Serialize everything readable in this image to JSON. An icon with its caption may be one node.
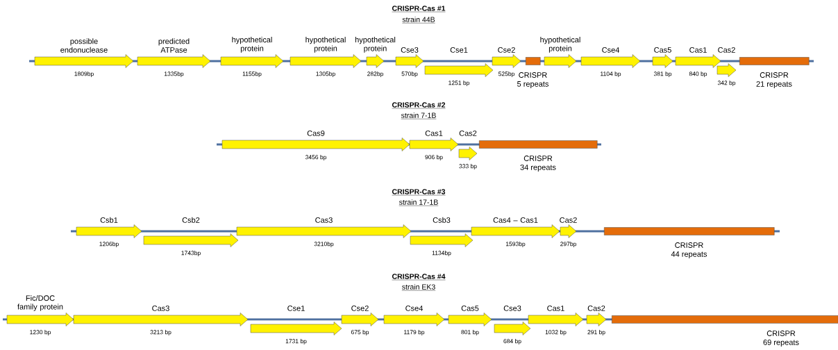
{
  "diagram": {
    "nodes": [
      {
        "text": [
          "possible endonuclease",
          "1809bp"
        ]
      },
      {
        "text": [
          "predicted ATPase",
          "1335bp"
        ]
      },
      {
        "text": [
          "hypothetical protein",
          "1155bp"
        ]
      },
      {
        "text": [
          "hypothetical protein",
          "1305bp"
        ]
      },
      {
        "text": [
          "hypothetical protein",
          "282bp"
        ]
      },
      {
        "text": [
          "Cse3",
          "570bp"
        ]
      },
      {
        "text": [
          "Cse1",
          "1251 bp"
        ]
      },
      {
        "text": [
          "Cse2",
          "525bp"
        ]
      },
      {
        "text": [
          "CRISPR",
          "5 repeats"
        ]
      },
      {
        "text": [
          "hypothetical protein"
        ]
      },
      {
        "text": [
          "Cse4",
          "1104 bp"
        ]
      },
      {
        "text": [
          "Cas5",
          "381 bp"
        ]
      },
      {
        "text": [
          "Cas1",
          "840 bp"
        ]
      },
      {
        "text": [
          "Cas2",
          "342 bp"
        ]
      },
      {
        "text": [
          "CRISPR",
          "21 repeats"
        ]
      },
      {
        "text": [
          "Cas9",
          "3456 bp"
        ]
      },
      {
        "text": [
          "Cas1",
          "906 bp"
        ]
      },
      {
        "text": [
          "Cas2",
          "333 bp"
        ]
      },
      {
        "text": [
          "CRISPR",
          "34 repeats"
        ]
      },
      {
        "text": [
          "Csb1",
          "1206bp"
        ]
      },
      {
        "text": [
          "Csb2",
          "1743bp"
        ]
      },
      {
        "text": [
          "Cas3",
          "3210bp"
        ]
      },
      {
        "text": [
          "Csb3",
          "1134bp"
        ]
      },
      {
        "text": [
          "Cas4 – Cas1",
          "1593bp"
        ]
      },
      {
        "text": [
          "Cas2",
          "297bp"
        ]
      },
      {
        "text": [
          "CRISPR",
          "44 repeats"
        ]
      },
      {
        "text": [
          "Fic/DOC family protein",
          "1230 bp"
        ]
      },
      {
        "text": [
          "Cas3",
          "3213 bp"
        ]
      },
      {
        "text": [
          "Cse1",
          "1731 bp"
        ]
      },
      {
        "text": [
          "Cse2",
          "675 bp"
        ]
      },
      {
        "text": [
          "Cse4",
          "1179 bp"
        ]
      },
      {
        "text": [
          "Cas5",
          "801 bp"
        ]
      },
      {
        "text": [
          "Cse3",
          "684 bp"
        ]
      },
      {
        "text": [
          "Cas1",
          "1032 bp"
        ]
      },
      {
        "text": [
          "Cas2",
          "291 bp"
        ]
      },
      {
        "text": [
          "CRISPR",
          "69 repeats"
        ]
      }
    ],
    "labels": [
      "CRISPR-Cas #1",
      "strain 44B",
      "CRISPR-Cas #2",
      "strain 7-1B",
      "CRISPR-Cas #3",
      "strain 17-1B",
      "CRISPR-Cas #4",
      "strain EK3"
    ]
  }
}
